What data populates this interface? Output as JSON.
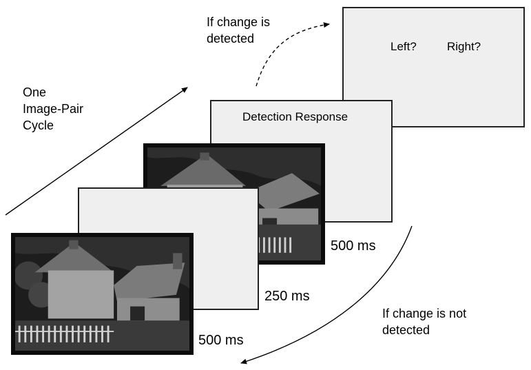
{
  "cycle_label": [
    "One",
    "Image-Pair",
    "Cycle"
  ],
  "detected_label": [
    "If change is",
    "detected"
  ],
  "not_detected_label": [
    "If change is not",
    "detected"
  ],
  "response_screen": {
    "left": "Left?",
    "right": "Right?"
  },
  "detection_screen": {
    "title": "Detection Response"
  },
  "durations": {
    "image_a": "500 ms",
    "blank": "250 ms",
    "image_b": "500 ms"
  },
  "colors": {
    "screen_fill": "#efefef",
    "frame_border": "#222222",
    "arrow": "#000000"
  }
}
